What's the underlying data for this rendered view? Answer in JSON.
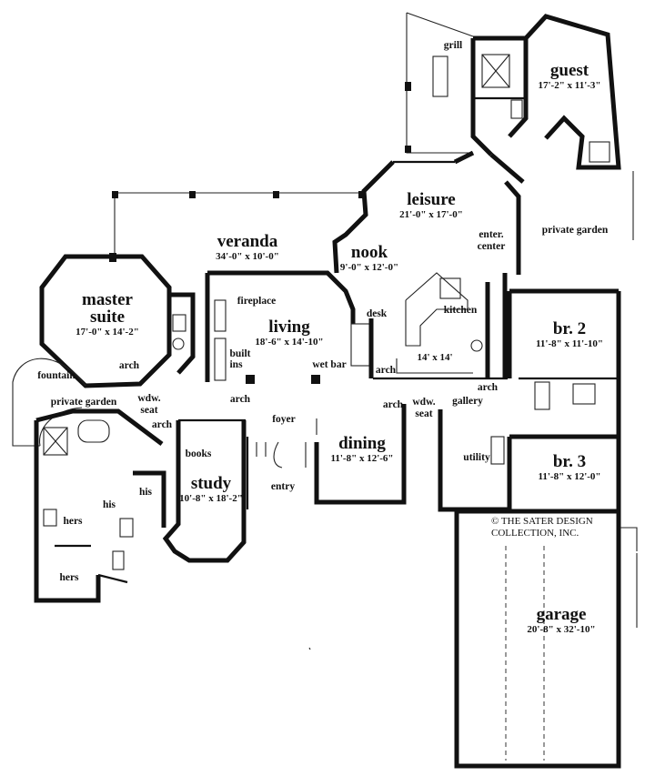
{
  "rooms": {
    "grill": {
      "name": "grill"
    },
    "guest": {
      "name": "guest",
      "dim": "17'-2\" x 11'-3\""
    },
    "leisure": {
      "name": "leisure",
      "dim": "21'-0\" x 17'-0\""
    },
    "veranda": {
      "name": "veranda",
      "dim": "34'-0\" x 10'-0\""
    },
    "nook": {
      "name": "nook",
      "dim": "9'-0\" x 12'-0\""
    },
    "enter_center": {
      "line1": "enter.",
      "line2": "center"
    },
    "private_garden_east": {
      "name": "private garden"
    },
    "master_suite": {
      "line1": "master",
      "line2": "suite",
      "dim": "17'-0\" x 14'-2\""
    },
    "fireplace": {
      "name": "fireplace"
    },
    "living": {
      "name": "living",
      "dim": "18'-6\" x 14'-10\""
    },
    "desk": {
      "name": "desk"
    },
    "kitchen": {
      "name": "kitchen",
      "dim": "14' x 14'"
    },
    "br2": {
      "name": "br. 2",
      "dim": "11'-8\" x 11'-10\""
    },
    "built_ins": {
      "line1": "built",
      "line2": "ins"
    },
    "wet_bar": {
      "name": "wet bar"
    },
    "fountain": {
      "name": "fountain"
    },
    "private_garden_west": {
      "name": "private garden"
    },
    "wdw_seat_west": {
      "line1": "wdw.",
      "line2": "seat"
    },
    "wdw_seat_east": {
      "line1": "wdw.",
      "line2": "seat"
    },
    "foyer": {
      "name": "foyer"
    },
    "gallery": {
      "name": "gallery"
    },
    "books": {
      "name": "books"
    },
    "dining": {
      "name": "dining",
      "dim": "11'-8\" x 12'-6\""
    },
    "utility": {
      "name": "utility"
    },
    "br3": {
      "name": "br. 3",
      "dim": "11'-8\" x 12'-0\""
    },
    "study": {
      "name": "study",
      "dim": "10'-8\" x 18'-2\""
    },
    "entry": {
      "name": "entry"
    },
    "his_1": {
      "name": "his"
    },
    "his_2": {
      "name": "his"
    },
    "hers_1": {
      "name": "hers"
    },
    "hers_2": {
      "name": "hers"
    },
    "garage": {
      "name": "garage",
      "dim": "20'-8\" x 32'-10\""
    }
  },
  "arches": [
    "arch",
    "arch",
    "arch",
    "arch",
    "arch",
    "arch"
  ],
  "copyright": {
    "line1": "© THE SATER DESIGN",
    "line2": "COLLECTION, INC."
  }
}
